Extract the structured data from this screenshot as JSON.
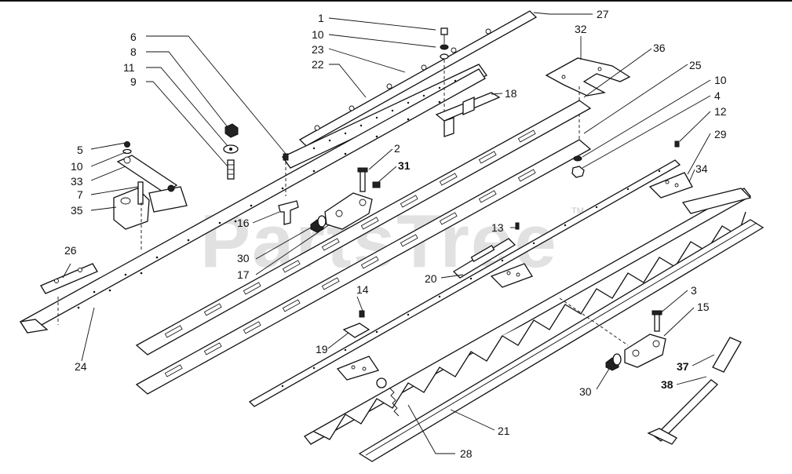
{
  "watermark": {
    "text": "PartsTree",
    "trademark": "TM"
  },
  "callouts": [
    "1",
    "10",
    "23",
    "22",
    "27",
    "32",
    "36",
    "25",
    "10",
    "4",
    "12",
    "29",
    "34",
    "6",
    "8",
    "11",
    "9",
    "5",
    "10",
    "33",
    "7",
    "35",
    "2",
    "31",
    "18",
    "16",
    "30",
    "17",
    "13",
    "20",
    "26",
    "24",
    "14",
    "19",
    "3",
    "15",
    "30",
    "37",
    "38",
    "21",
    "28"
  ],
  "bold_callouts": [
    "31",
    "37",
    "38"
  ]
}
